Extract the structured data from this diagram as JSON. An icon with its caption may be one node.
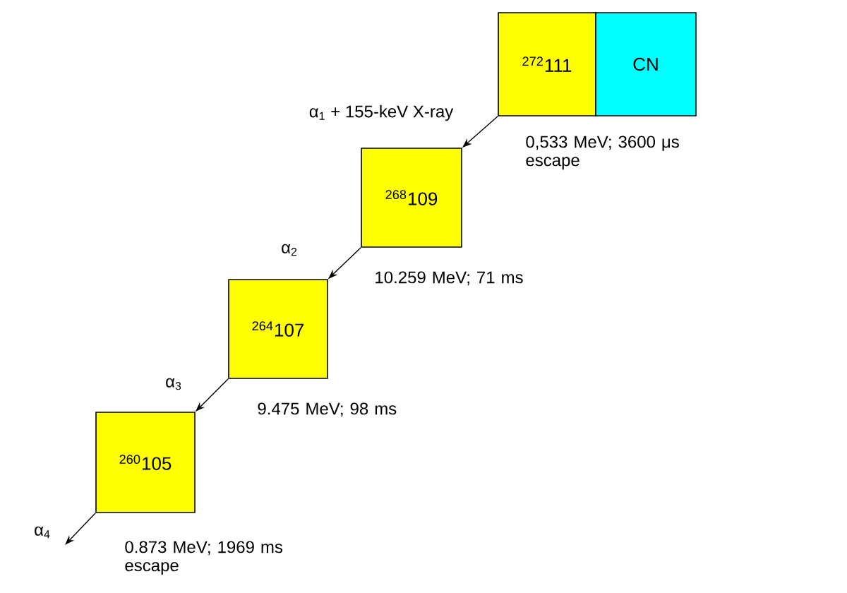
{
  "diagram": {
    "nodes": [
      {
        "text": [
          "$^{272}$111"
        ]
      },
      {
        "text": [
          "CN"
        ]
      },
      {
        "text": [
          "$^{268}$109"
        ]
      },
      {
        "text": [
          "$^{264}$107"
        ]
      },
      {
        "text": [
          "$^{260}$105"
        ]
      }
    ],
    "edges": [
      {
        "from": 0,
        "to": 2,
        "arrow": "to",
        "label": "α$_{1}$ + 155-keV X-ray"
      },
      {
        "from": 2,
        "to": 3,
        "arrow": "to",
        "label": "α$_{2}$"
      },
      {
        "from": 3,
        "to": 4,
        "arrow": "to",
        "label": "α$_{3}$"
      },
      {
        "from": 4,
        "to": null,
        "arrow": "to",
        "label": "α$_{4}$"
      }
    ],
    "labels": [
      "0,533 MeV; 3600 μs escape",
      "10.259 MeV; 71 ms",
      "9.475 MeV; 98 ms",
      "0.873 MeV; 1969 ms escape"
    ]
  }
}
